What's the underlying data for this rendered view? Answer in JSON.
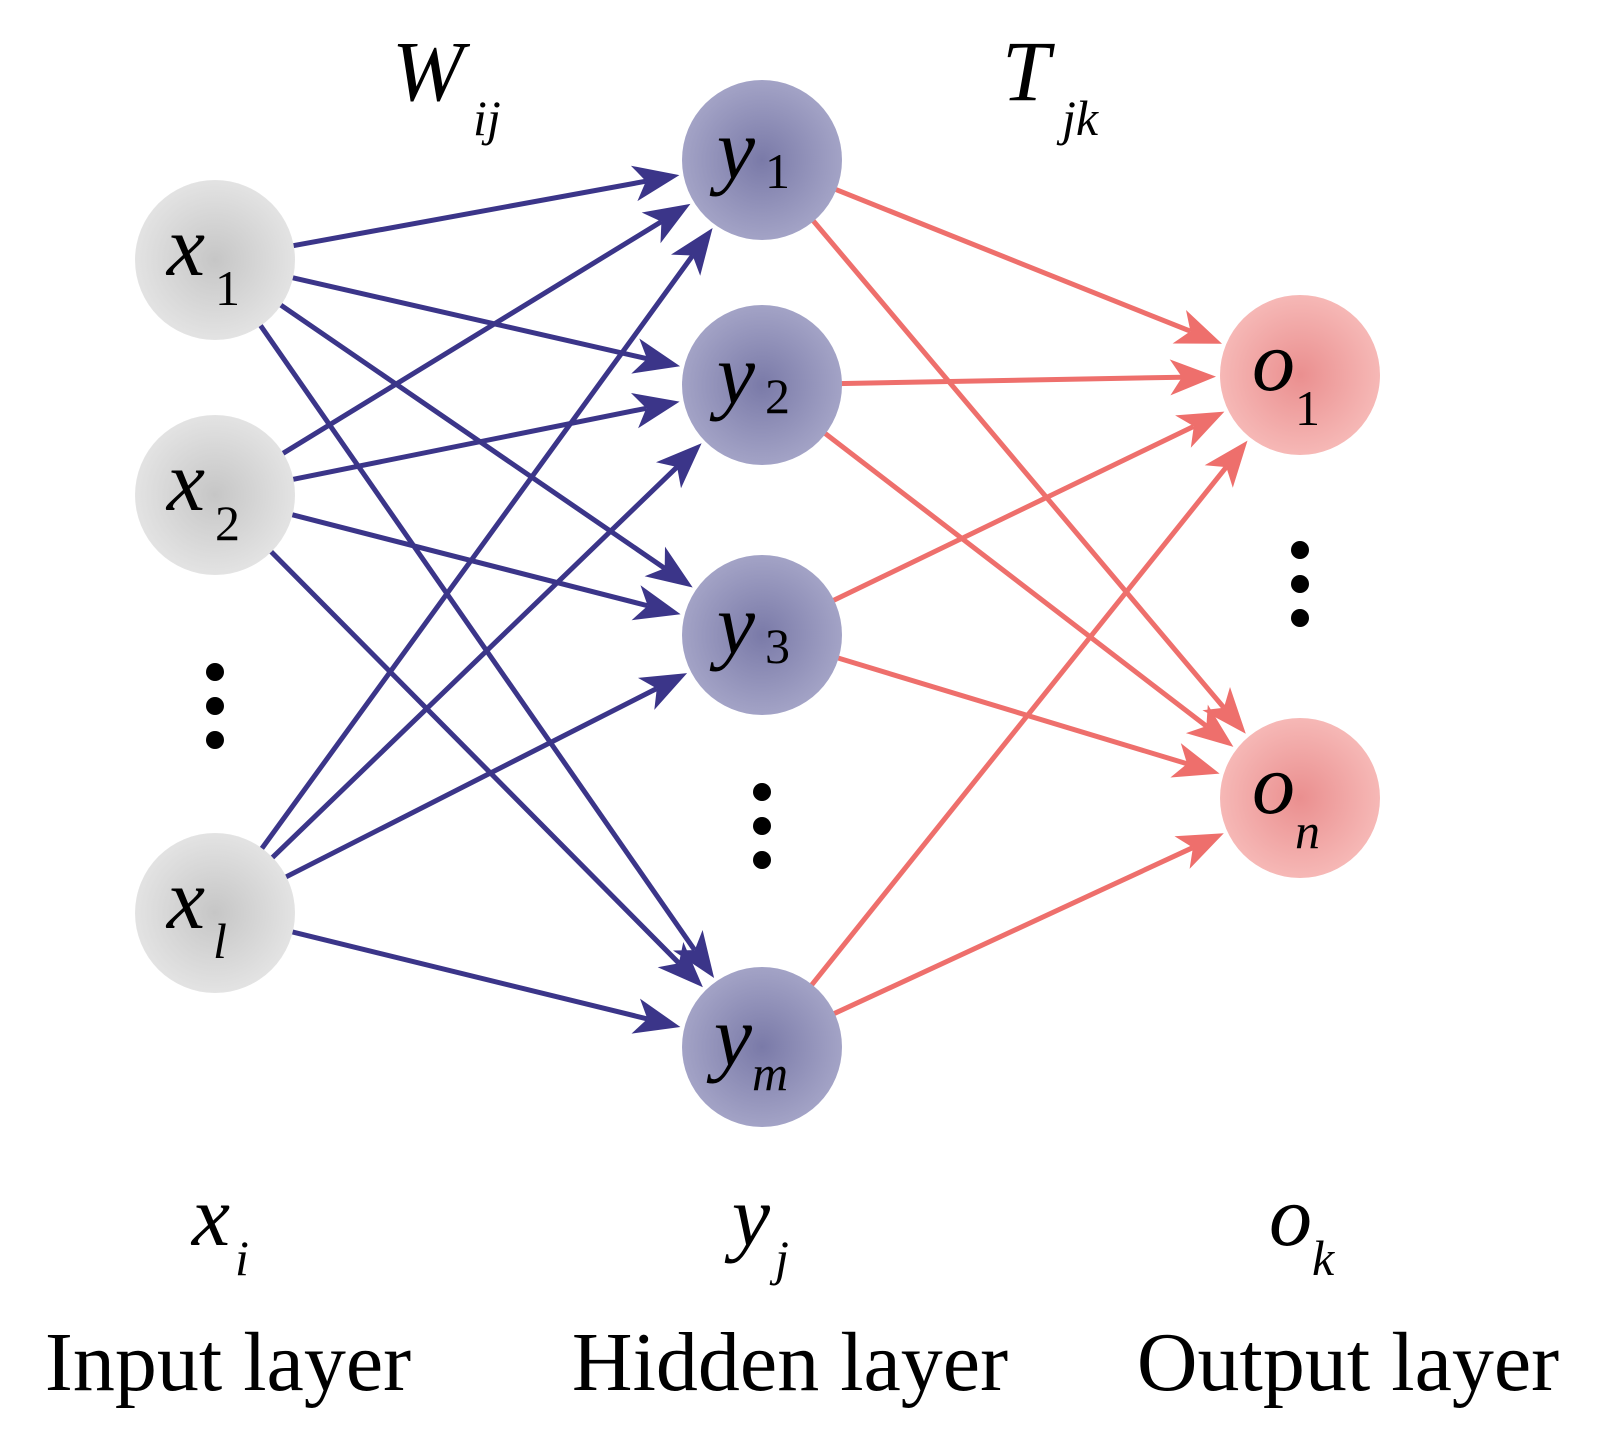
{
  "weights": {
    "input_hidden": {
      "symbol": "W",
      "sub": "ij"
    },
    "hidden_output": {
      "symbol": "T",
      "sub": "jk"
    }
  },
  "layers": {
    "input": {
      "caption": "Input layer",
      "var": {
        "symbol": "x",
        "sub": "i"
      },
      "nodes": [
        {
          "symbol": "x",
          "sub": "1"
        },
        {
          "symbol": "x",
          "sub": "2"
        },
        {
          "symbol": "x",
          "sub": "l"
        }
      ]
    },
    "hidden": {
      "caption": "Hidden layer",
      "var": {
        "symbol": "y",
        "sub": "j"
      },
      "nodes": [
        {
          "symbol": "y",
          "sub": "1"
        },
        {
          "symbol": "y",
          "sub": "2"
        },
        {
          "symbol": "y",
          "sub": "3"
        },
        {
          "symbol": "y",
          "sub": "m"
        }
      ]
    },
    "output": {
      "caption": "Output layer",
      "var": {
        "symbol": "o",
        "sub": "k"
      },
      "nodes": [
        {
          "symbol": "o",
          "sub": "1"
        },
        {
          "symbol": "o",
          "sub": "n"
        }
      ]
    }
  },
  "colors": {
    "input_node": "#d9d9d9",
    "hidden_node": "#8f8fb8",
    "output_node": "#f0a5a5",
    "input_hidden_edge": "#3b3589",
    "hidden_output_edge": "#ee6f6c",
    "text": "#000000"
  }
}
